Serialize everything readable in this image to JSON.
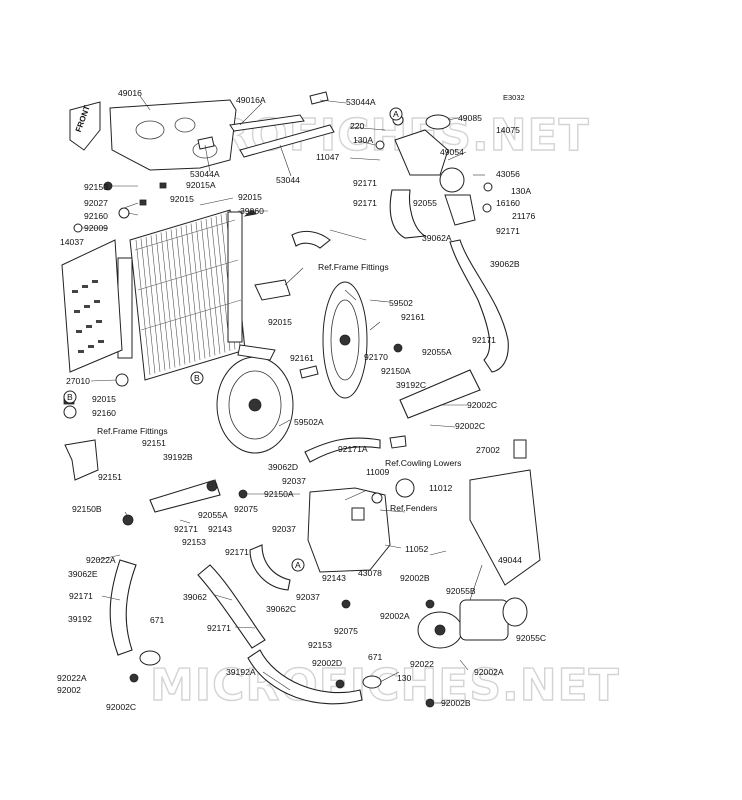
{
  "diagram_code": "E3032",
  "front_label": "FRONT",
  "watermark": "MICROFICHES.NET",
  "ref_labels": {
    "frame_fittings_upper": "Ref.Frame Fittings",
    "frame_fittings_lower": "Ref.Frame Fittings",
    "cowling_lowers": "Ref.Cowling Lowers",
    "fenders": "Ref.Fenders"
  },
  "circle_markers": [
    "A",
    "B",
    "B",
    "A"
  ],
  "parts": {
    "p49016": "49016",
    "p49016A": "49016A",
    "p53044A_top": "53044A",
    "p53044A_mid": "53044A",
    "p53044": "53044",
    "p92015A": "92015A",
    "p92015_a": "92015",
    "p92015_b": "92015",
    "p92015_c": "92015",
    "p92015_d": "92015",
    "p92150": "92150",
    "p92027": "92027",
    "p92160_a": "92160",
    "p92160_b": "92160",
    "p92009": "92009",
    "p14037": "14037",
    "p39060": "39060",
    "p27010": "27010",
    "p220": "220",
    "p130A_a": "130A",
    "p130A_b": "130A",
    "p49085": "49085",
    "p14075": "14075",
    "p11047": "11047",
    "p49054": "49054",
    "p43056": "43056",
    "p92171_a": "92171",
    "p92171_b": "92171",
    "p92171_c": "92171",
    "p92171_d": "92171",
    "p92171_e": "92171",
    "p92171_f": "92171",
    "p92171_g": "92171",
    "p92055": "92055",
    "p16160": "16160",
    "p21176": "21176",
    "p39062A": "39062A",
    "p39062B": "39062B",
    "p59502": "59502",
    "p92161_a": "92161",
    "p92161_b": "92161",
    "p92170": "92170",
    "p92150A_a": "92150A",
    "p92150A_b": "92150A",
    "p92055A_a": "92055A",
    "p92055A_b": "92055A",
    "p39192C": "39192C",
    "p92002C_a": "92002C",
    "p92002C_b": "92002C",
    "p92002C_c": "92002C",
    "p59502A": "59502A",
    "p27002": "27002",
    "p92151_a": "92151",
    "p92151_b": "92151",
    "p39192B": "39192B",
    "p92171A": "92171A",
    "p39062D": "39062D",
    "p11009": "11009",
    "p92037_a": "92037",
    "p92037_b": "92037",
    "p92037_c": "92037",
    "p11012": "11012",
    "p92150B": "92150B",
    "p92075_a": "92075",
    "p92075_b": "92075",
    "p92143_a": "92143",
    "p92143_b": "92143",
    "p92153_a": "92153",
    "p92153_b": "92153",
    "p11052": "11052",
    "p49044": "49044",
    "p92022A_a": "92022A",
    "p92022A_b": "92022A",
    "p39062E": "39062E",
    "p43078": "43078",
    "p92002B_a": "92002B",
    "p92002B_b": "92002B",
    "p92055B": "92055B",
    "p39062C": "39062C",
    "p39062": "39062",
    "p39192": "39192",
    "p671_a": "671",
    "p671_b": "671",
    "p92002A_a": "92002A",
    "p92002A_b": "92002A",
    "p92022": "92022",
    "p92055C": "92055C",
    "p92002D": "92002D",
    "p39192A": "39192A",
    "p130": "130",
    "p92002": "92002"
  }
}
